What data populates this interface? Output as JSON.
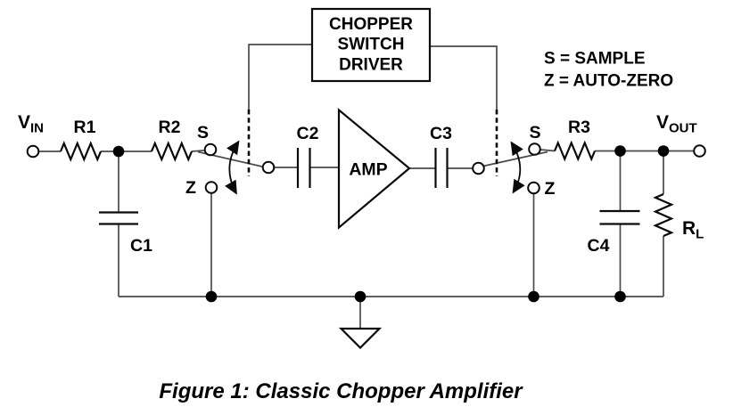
{
  "diagram": {
    "chopper_box": {
      "lines": [
        "CHOPPER",
        "SWITCH",
        "DRIVER"
      ]
    },
    "legend": {
      "sample": "S = SAMPLE",
      "auto_zero": "Z = AUTO-ZERO"
    },
    "labels": {
      "vin": {
        "main": "V",
        "sub": "IN"
      },
      "r1": "R1",
      "r2": "R2",
      "switch_left": {
        "sample": "S",
        "auto_zero": "Z"
      },
      "c1": "C1",
      "c2": "C2",
      "amp": "AMP",
      "c3": "C3",
      "switch_right": {
        "sample": "S",
        "auto_zero": "Z"
      },
      "r3": "R3",
      "vout": {
        "main": "V",
        "sub": "OUT"
      },
      "c4": "C4",
      "rl": {
        "main": "R",
        "sub": "L"
      }
    },
    "caption": "Figure 1: Classic Chopper Amplifier",
    "colors": {
      "wire": "#4a4a4a",
      "component": "#0a0a0a",
      "background": "#ffffff"
    }
  }
}
